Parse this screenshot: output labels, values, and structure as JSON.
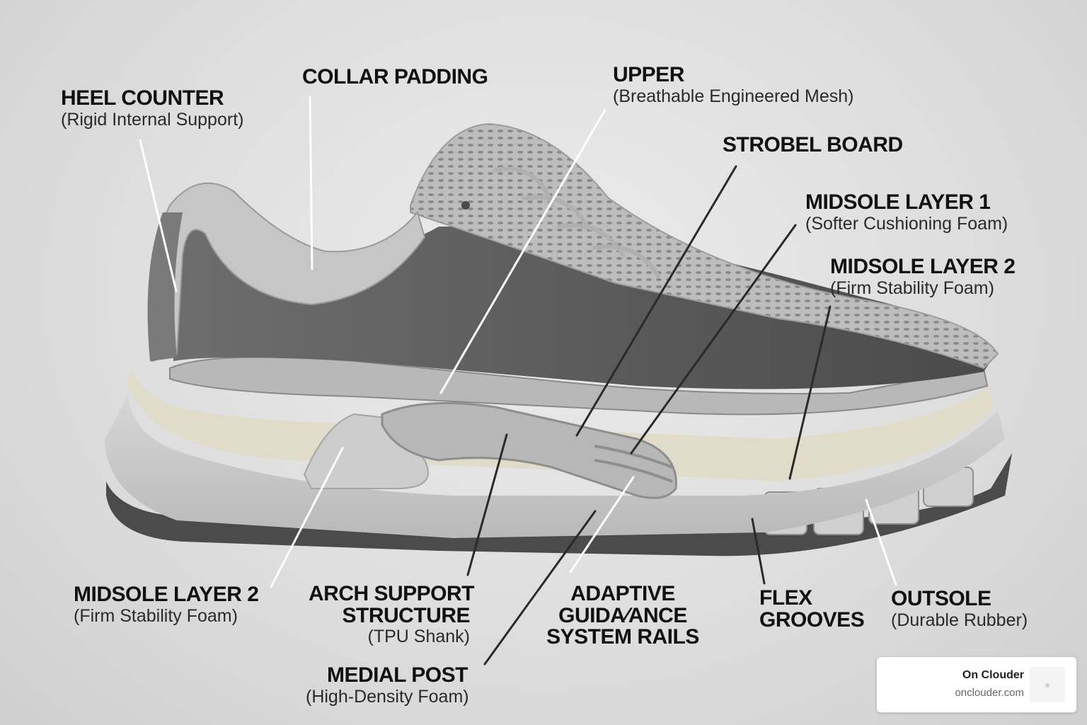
{
  "labels": {
    "heel_counter": {
      "title": "HEEL COUNTER",
      "sub": "(Rigid Internal Support)"
    },
    "collar_padding": {
      "title": "COLLAR PADDING"
    },
    "upper": {
      "title": "UPPER",
      "sub": "(Breathable Engineered Mesh)"
    },
    "strobel_board": {
      "title": "STROBEL BOARD"
    },
    "midsole_layer_1": {
      "title": "MIDSOLE LAYER 1",
      "sub": "(Softer Cushioning Foam)"
    },
    "midsole_layer_2_right": {
      "title": "MIDSOLE LAYER 2",
      "sub": "(Firm Stability Foam)"
    },
    "midsole_layer_2_left": {
      "title": "MIDSOLE LAYER 2",
      "sub": "(Firm Stability Foam)"
    },
    "arch_support": {
      "title_line1": "ARCH SUPPORT",
      "title_line2": "STRUCTURE",
      "sub": "(TPU Shank)"
    },
    "adaptive_guidance": {
      "title_line1": "ADAPTIVE",
      "title_line2": "GUIDA∕ANCE",
      "title_line3": "SYSTEM RAILS"
    },
    "flex_grooves": {
      "title_line1": "FLEX",
      "title_line2": "GROOVES"
    },
    "outsole": {
      "title": "OUTSOLE",
      "sub": "(Durable Rubber)"
    },
    "medial_post": {
      "title": "MEDIAL POST",
      "sub": "(High-Density Foam)"
    }
  },
  "badge": {
    "name": "On Clouder",
    "url": "onclouder.com"
  }
}
